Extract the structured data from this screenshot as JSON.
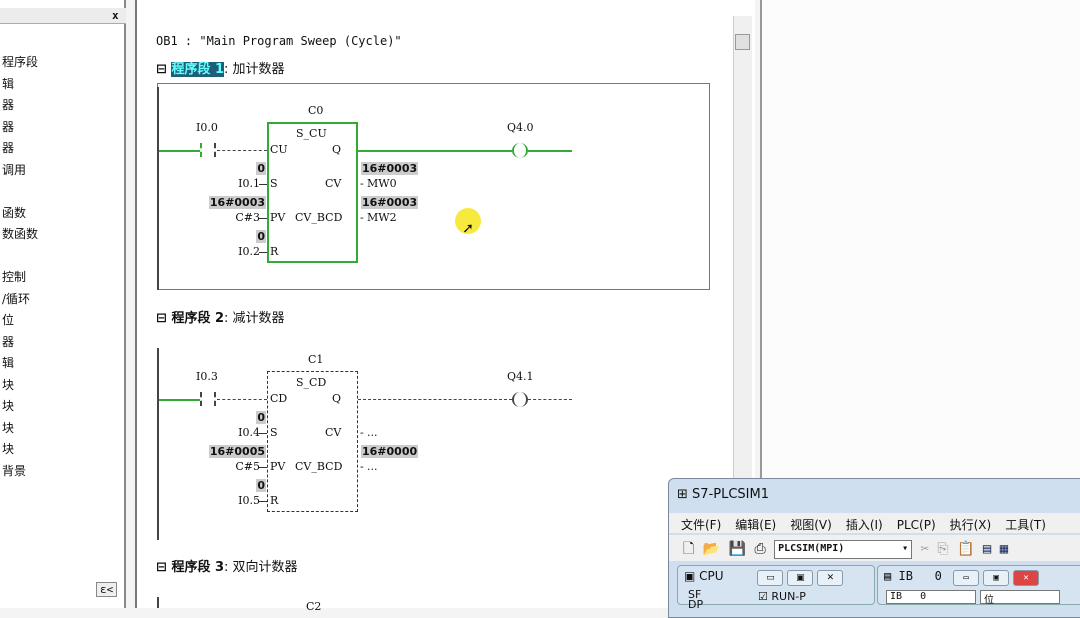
{
  "left_panel": {
    "items": [
      "程序段",
      "辑",
      "器",
      "器",
      "器",
      "调用",
      "",
      "函数",
      "数函数",
      "",
      "控制",
      "/循环",
      "位",
      "器",
      "辑",
      "块",
      "块",
      "块",
      "块",
      "背景"
    ],
    "close": "x",
    "bottom_tab": "ε<"
  },
  "editor": {
    "ob_title": "OB1 :  \"Main Program Sweep (Cycle)\"",
    "networks": [
      {
        "prefix": "程序段 1",
        "title": "加计数器",
        "selected": true,
        "energized": true,
        "counter": "C0",
        "type": "S_CU",
        "contact": "I0.0",
        "coil": "Q4.0",
        "pins_left": [
          "CU",
          "S",
          "PV",
          "R"
        ],
        "pins_right": [
          "Q",
          "CV",
          "CV_BCD"
        ],
        "inputs": [
          "I0.1",
          "C#3",
          "I0.2"
        ],
        "input_values": [
          "0",
          "16#0003",
          "0"
        ],
        "outputs": [
          "MW0",
          "MW2"
        ],
        "output_values": [
          "16#0003",
          "16#0003"
        ]
      },
      {
        "prefix": "程序段 2",
        "title": "减计数器",
        "selected": false,
        "energized": false,
        "counter": "C1",
        "type": "S_CD",
        "contact": "I0.3",
        "coil": "Q4.1",
        "pins_left": [
          "CD",
          "S",
          "PV",
          "R"
        ],
        "pins_right": [
          "Q",
          "CV",
          "CV_BCD"
        ],
        "inputs": [
          "I0.4",
          "C#5",
          "I0.5"
        ],
        "input_values": [
          "0",
          "16#0005",
          "0"
        ],
        "outputs": [
          "...",
          "..."
        ],
        "output_values": [
          "",
          "16#0000"
        ]
      },
      {
        "prefix": "程序段 3",
        "title": "双向计数器",
        "counter": "C2"
      }
    ]
  },
  "plcsim": {
    "title": "S7-PLCSIM1",
    "menu": [
      "文件(F)",
      "编辑(E)",
      "视图(V)",
      "插入(I)",
      "PLC(P)",
      "执行(X)",
      "工具(T)"
    ],
    "access_select": "PLCSIM(MPI)",
    "cpu": {
      "title": "CPU",
      "leds": [
        "SF",
        "DP"
      ],
      "mode": "RUN-P",
      "mode_checked": true
    },
    "ib": {
      "title": "IB",
      "address": "0",
      "field": "IB",
      "field_value": "0",
      "format": "位"
    }
  },
  "colors": {
    "energized": "#33aa33",
    "selected": "#1d5f78"
  }
}
